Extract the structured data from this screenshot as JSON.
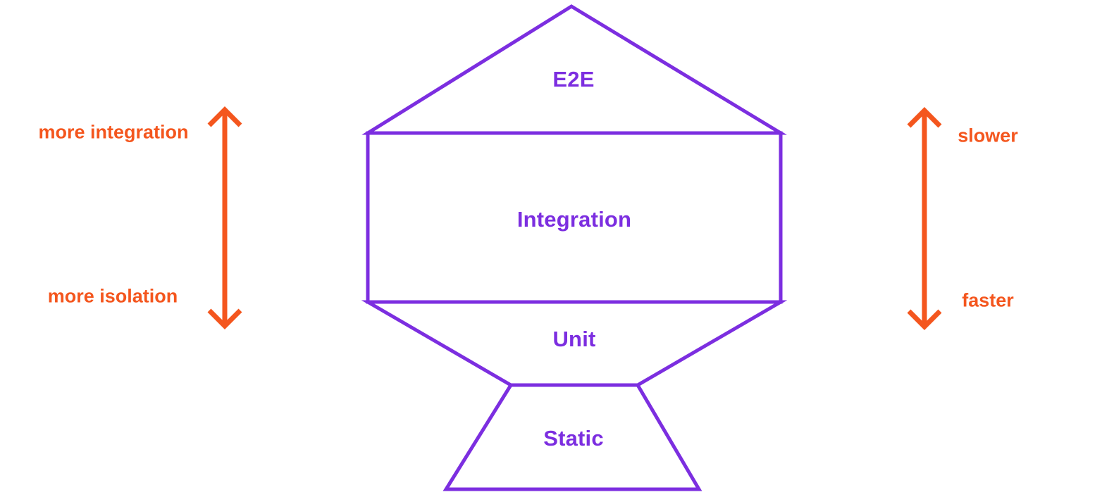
{
  "trophy": {
    "levels": [
      {
        "id": "e2e",
        "label": "E2E"
      },
      {
        "id": "integration",
        "label": "Integration"
      },
      {
        "id": "unit",
        "label": "Unit"
      },
      {
        "id": "static",
        "label": "Static"
      }
    ]
  },
  "annotations": {
    "left": {
      "top": "more integration",
      "bottom": "more isolation"
    },
    "right": {
      "top": "slower",
      "bottom": "faster"
    }
  },
  "colors": {
    "shape_purple": "#7C2EE0",
    "accent_orange": "#F4561E"
  }
}
